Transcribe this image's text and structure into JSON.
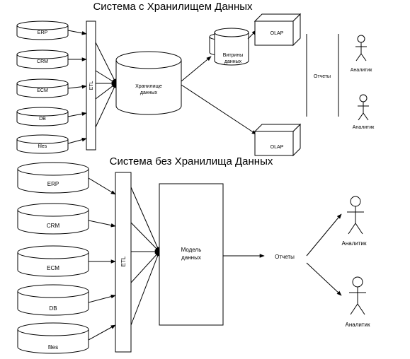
{
  "top": {
    "title": "Система с Хранилищем Данных",
    "sources": [
      "ERP",
      "CRM",
      "ECM",
      "DB",
      "files"
    ],
    "etl": "ETL",
    "warehouse_line1": "Хранилище",
    "warehouse_line2": "данных",
    "mart_line1": "Витрины",
    "mart_line2": "данных",
    "olap_top": "OLAP",
    "olap_bottom": "OLAP",
    "reports": "Отчеты",
    "analyst_1": "Аналитик",
    "analyst_2": "Аналитик"
  },
  "bottom": {
    "title": "Система без Хранилища Данных",
    "sources": [
      "ERP",
      "CRM",
      "ECM",
      "DB",
      "files"
    ],
    "etl": "ETL",
    "model_line1": "Модель",
    "model_line2": "данных",
    "reports": "Отчеты",
    "analyst_1": "Аналитик",
    "analyst_2": "Аналитик"
  }
}
